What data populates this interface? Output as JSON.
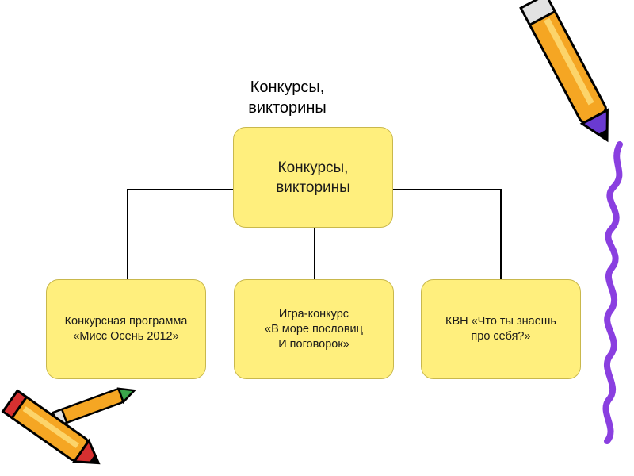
{
  "heading": "Конкурсы,\nвикторины",
  "org_chart": {
    "root": "Конкурсы,\nвикторины",
    "children": [
      "Конкурсная программа\n«Мисс Осень 2012»",
      "Игра-конкурс\n«В море пословиц\nИ поговорок»",
      "КВН «Что ты знаешь\nпро себя?»"
    ]
  },
  "colors": {
    "box_fill": "#ffef7d",
    "box_border": "#c9b84c",
    "connector": "#000000",
    "squiggle": "#8a3fe0"
  },
  "decorations": [
    "pencil-icon",
    "pencil-icon",
    "pencil-icon",
    "wavy-line"
  ]
}
